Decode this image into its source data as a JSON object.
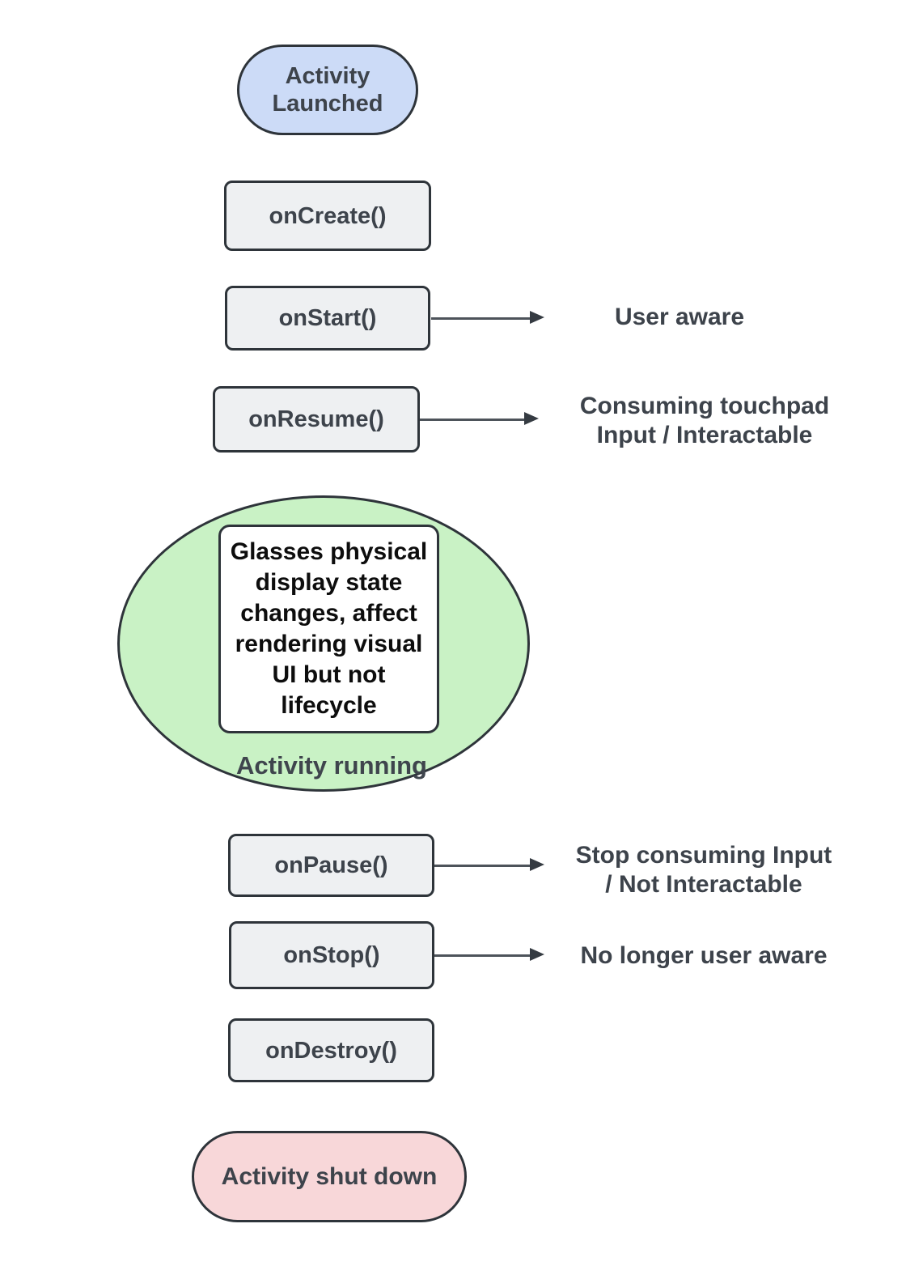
{
  "diagram": {
    "description": "Activity lifecycle flow for glasses device",
    "colors": {
      "launched_fill": "#ccdbf7",
      "running_fill": "#c9f2c5",
      "shutdown_fill": "#f8d7d9",
      "process_fill": "#eef0f2",
      "stroke": "#2e343a",
      "text": "#3d434b",
      "note_text": "#0d0d0d",
      "arrow": "#4d535a"
    },
    "nodes": {
      "activity_launched": {
        "type": "terminator",
        "label": "Activity Launched",
        "lines": [
          "Activity",
          "Launched"
        ]
      },
      "on_create": {
        "type": "process",
        "label": "onCreate()"
      },
      "on_start": {
        "type": "process",
        "label": "onStart()"
      },
      "on_resume": {
        "type": "process",
        "label": "onResume()"
      },
      "activity_running": {
        "type": "state-ellipse",
        "label": "Activity running",
        "note_text": "Glasses physical display state changes, affect rendering visual UI but not lifecycle",
        "note_lines": [
          "Glasses physical",
          "display state",
          "changes, affect",
          "rendering visual",
          "UI but not",
          "lifecycle"
        ]
      },
      "on_pause": {
        "type": "process",
        "label": "onPause()"
      },
      "on_stop": {
        "type": "process",
        "label": "onStop()"
      },
      "on_destroy": {
        "type": "process",
        "label": "onDestroy()"
      },
      "activity_shut_down": {
        "type": "terminator",
        "label": "Activity shut down"
      }
    },
    "annotations": {
      "on_start": {
        "text": "User aware",
        "lines": [
          "User aware"
        ]
      },
      "on_resume": {
        "text": "Consuming touchpad Input / Interactable",
        "lines": [
          "Consuming touchpad",
          "Input / Interactable"
        ]
      },
      "on_pause": {
        "text": "Stop consuming Input / Not Interactable",
        "lines": [
          "Stop consuming Input",
          "/ Not Interactable"
        ]
      },
      "on_stop": {
        "text": "No longer user aware",
        "lines": [
          "No longer user aware"
        ]
      }
    },
    "edges": [
      {
        "from": "onStart()",
        "to": "User aware"
      },
      {
        "from": "onResume()",
        "to": "Consuming touchpad Input / Interactable"
      },
      {
        "from": "onPause()",
        "to": "Stop consuming Input / Not Interactable"
      },
      {
        "from": "onStop()",
        "to": "No longer user aware"
      }
    ]
  }
}
